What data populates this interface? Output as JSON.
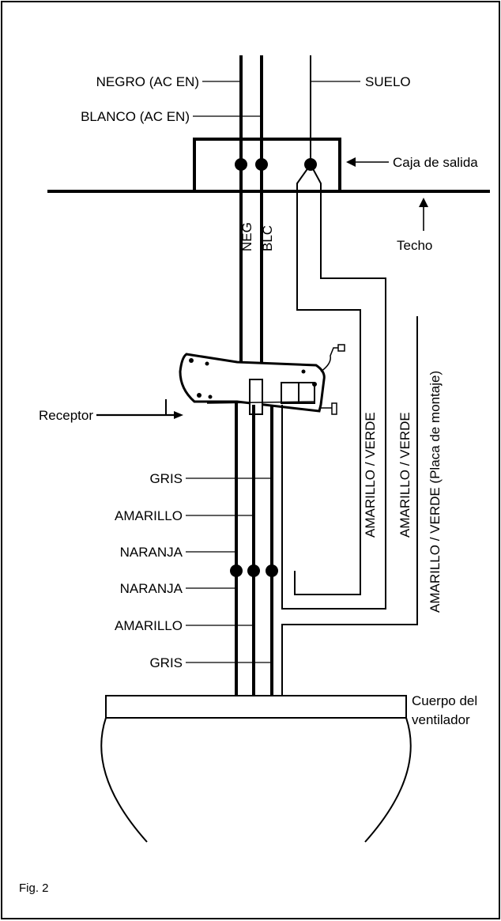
{
  "labels": {
    "negro": "NEGRO (AC EN)",
    "blanco": "BLANCO (AC EN)",
    "suelo": "SUELO",
    "caja": "Caja de salida",
    "techo": "Techo",
    "neg": "NEG",
    "blc": "BLC",
    "receptor": "Receptor",
    "gris1": "GRIS",
    "amarillo1": "AMARILLO",
    "naranja1": "NARANJA",
    "naranja2": "NARANJA",
    "amarillo2": "AMARILLO",
    "gris2": "GRIS",
    "av1": "AMARILLO / VERDE",
    "av2": "AMARILLO / VERDE",
    "av3": "AMARILLO / VERDE (Placa de montaje)",
    "cuerpo1": "Cuerpo del",
    "cuerpo2": "ventilador",
    "fig": "Fig. 2"
  }
}
